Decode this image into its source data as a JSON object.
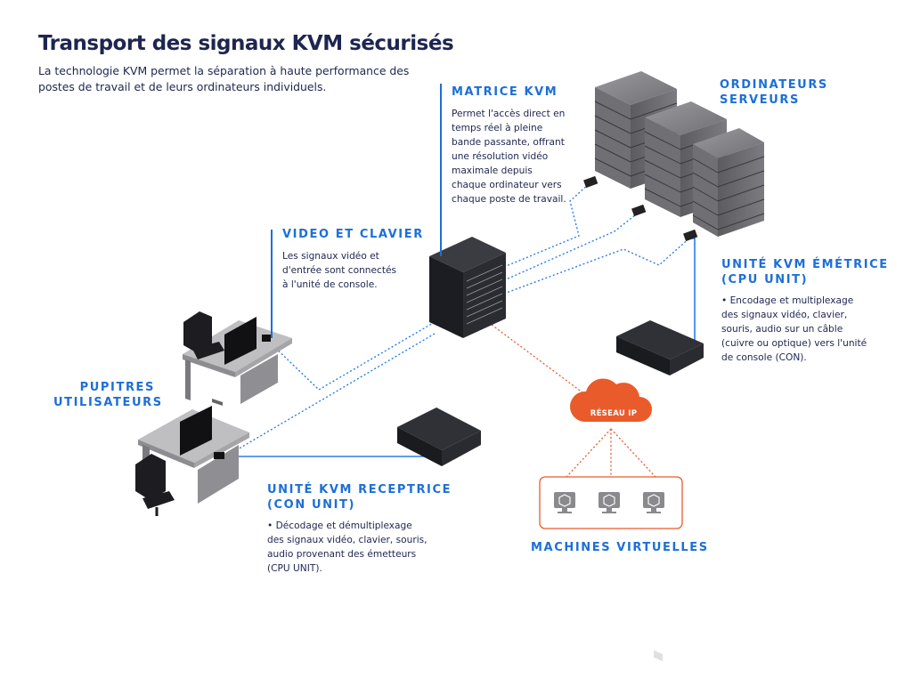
{
  "header": {
    "title": "Transport des signaux KVM sécurisés",
    "subtitle": "La technologie KVM permet la séparation à haute performance des postes de travail et de leurs ordinateurs individuels."
  },
  "sections": {
    "matrice": {
      "label": "MATRICE KVM",
      "text": "Permet l'accès direct en temps réel à pleine bande passante, offrant une résolution vidéo maximale depuis chaque ordinateur vers chaque poste de travail."
    },
    "serveurs": {
      "label_line1": "ORDINATEURS",
      "label_line2": "SERVEURS"
    },
    "video": {
      "label": "VIDEO ET CLAVIER",
      "text": "Les signaux vidéo et d'entrée sont connectés à l'unité de console."
    },
    "emettrice": {
      "label_line1": "UNITÉ KVM ÉMÉTRICE",
      "label_line2": "(CPU UNIT)",
      "text": "• Encodage et multiplexage des signaux vidéo, clavier, souris, audio sur un câble (cuivre ou optique) vers l'unité de console (CON)."
    },
    "pupitres": {
      "label_line1": "PUPITRES",
      "label_line2": "UTILISATEURS"
    },
    "receptrice": {
      "label_line1": "UNITÉ KVM RECEPTRICE",
      "label_line2": "(CON UNIT)",
      "text": "• Décodage et démultiplexage des signaux vidéo, clavier, souris, audio provenant des émetteurs (CPU UNIT)."
    },
    "reseau": {
      "label": "RÉSEAU IP"
    },
    "machines": {
      "label": "MACHINES VIRTUELLES"
    }
  },
  "colors": {
    "accent_blue": "#1c6fd8",
    "title_navy": "#1e2550",
    "orange": "#ea5b2c",
    "device_dark": "#1f2025",
    "server_gray": "#6a6a6e"
  },
  "icons": [
    "server-rack-icon",
    "kvm-matrix-icon",
    "desk-icon",
    "chair-icon",
    "monitor-icon",
    "cloud-icon",
    "virtual-machine-icon",
    "kvm-unit-icon"
  ]
}
